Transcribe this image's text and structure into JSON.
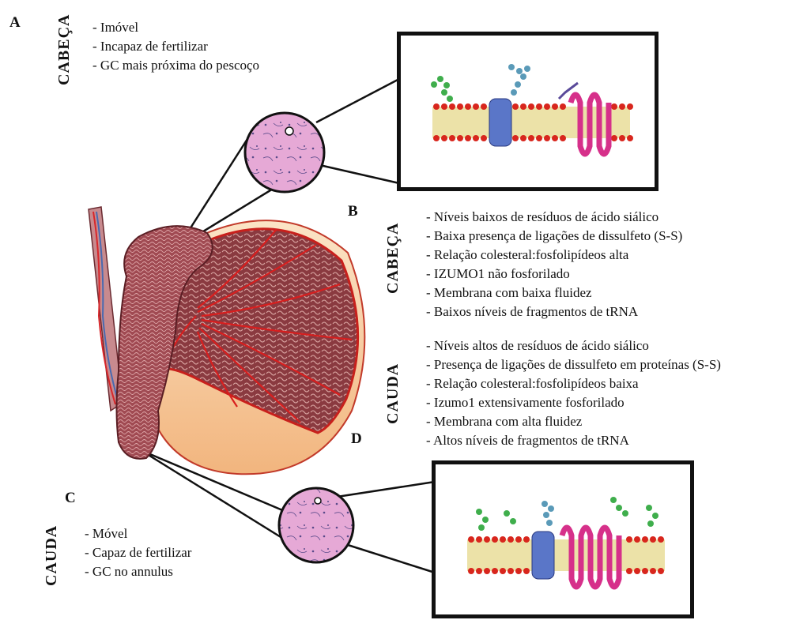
{
  "panels": {
    "a": {
      "letter": "A",
      "region": "CABEÇA",
      "items": [
        "- Imóvel",
        "- Incapaz de fertilizar",
        "- GC mais próxima do pescoço"
      ]
    },
    "b": {
      "letter": "B"
    },
    "b_head": {
      "region": "CABEÇA",
      "items": [
        "- Níveis baixos de resíduos de ácido siálico",
        "- Baixa presença de ligações de dissulfeto (S-S)",
        "- Relação colesteral:fosfolipídeos alta",
        "- IZUMO1 não fosforilado",
        "- Membrana com baixa fluidez",
        "- Baixos níveis de fragmentos de tRNA"
      ]
    },
    "b_tail": {
      "region": "CAUDA",
      "items": [
        "- Níveis altos de resíduos de ácido siálico",
        "- Presença de ligações de dissulfeto em proteínas (S-S)",
        "- Relação colesteral:fosfolipídeos baixa",
        "- Izumo1 extensivamente fosforilado",
        "- Membrana com alta fluidez",
        "- Altos níveis de fragmentos de tRNA"
      ]
    },
    "c": {
      "letter": "C",
      "region": "CAUDA",
      "items": [
        "- Móvel",
        "- Capaz de fertilizar",
        "- GC no annulus"
      ]
    },
    "d": {
      "letter": "D"
    }
  },
  "colors": {
    "tissue": "#a8464e",
    "tubules": "#7a2a30",
    "vessels": "#d81e1e",
    "tunica": "#f5c9a0",
    "lipid_head": "#d8261d",
    "lipid_tail": "#e3d79c",
    "protein_blue": "#5a76c8",
    "protein_pink": "#d6308a",
    "glycan_green": "#3fae4c",
    "glycan_teal": "#5a9ab8",
    "circle_fill": "#e6a5d3"
  }
}
